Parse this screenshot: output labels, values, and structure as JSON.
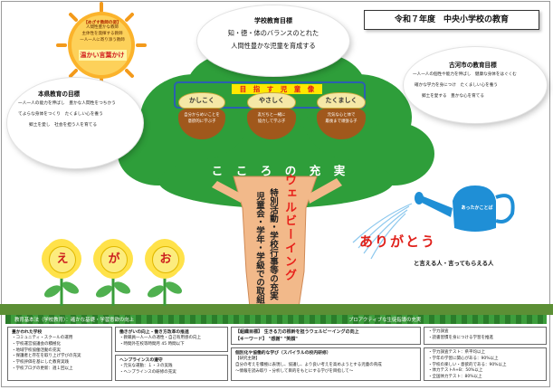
{
  "header": {
    "title": "令和７年度　中央小学校の教育"
  },
  "sun": {
    "heading": "【めざす教師の姿】",
    "lines": [
      "人間性豊かな教師",
      "主体性を発揮する教師",
      "一人一人に寄り添う教師"
    ],
    "slogan": "温かい言葉かけ"
  },
  "school_goal": {
    "title": "学校教育目標",
    "lines": [
      "知・徳・体のバランスのとれた",
      "人間性豊かな児童を育成する"
    ]
  },
  "pref_goal": {
    "title": "本県教育の目標",
    "lines": [
      "一人一人の能力を伸ばし　豊かな人間性をつちかう",
      "てよらな身体をつくり　たくましい心を養う",
      "郷土を愛し　社会を担う人を育てる"
    ]
  },
  "city_goal": {
    "title": "古河市の教育目標",
    "lines": [
      "一人一人の個性や能力を伸ばし　健康な身体をはぐくむ",
      "確かな学力を身につけ　たくましい心を養う",
      "郷土を愛する　豊かな心を育てる"
    ]
  },
  "acorns": {
    "banner": "目　指　す　児　童　像",
    "items": [
      {
        "label": "かしこく",
        "desc": "自分からめいことを\n意欲的に学ぶ子"
      },
      {
        "label": "やさしく",
        "desc": "友だちと一緒に\n協力して学ぶ子"
      },
      {
        "label": "たくましく",
        "desc": "元気な心と体で\n最後まで頑張る子"
      }
    ]
  },
  "tree": {
    "kokoro": "こ　こ　ろ　の　充　実",
    "wellbeing": "ウェルビーイング",
    "trunk_lines": [
      "特別活動・学校行事等の充実",
      "児童会・学年・学級での取組"
    ]
  },
  "flowers": [
    "え",
    "が",
    "お"
  ],
  "watering_can": {
    "label": "あったかことば"
  },
  "arigatou": {
    "big": "ありがとう",
    "sub": "と言える人・言ってもらえる人"
  },
  "basics": {
    "left": "教育基本法（学校教育）：確かな基礎・学習意欲の向上",
    "right": "プロアクティブな生徒指導の充実"
  },
  "boxes": {
    "b1": [
      "豊かわれた学校",
      "・コミュニティ・スクールの運用",
      "・学校運営協議会の積極化",
      "・地域学校協働活動の充実",
      "・保護者と存在を取り上げ学びの充実",
      "・学校評価を基にした教育実践",
      "・学校ブログの更新：週１回以上"
    ],
    "b2": [
      "働きがいの向上・働き方改革の推進",
      "・教職員一人一人の適性・自己有用感の向上",
      "・時間外在校等時間月 45 時間以下"
    ],
    "b3": [
      "ヘンプラインスの遵守",
      "・元気な運動：１・３の実践",
      "・ヘンプラインスの研修の充実"
    ],
    "b4_title": "【組織目標】 生きる力の根幹を担うウェルビーイングの向上",
    "b4_key": "【キーワード】 \"感謝\" \"笑顔\"",
    "b5_title": "個別化や協働的な学び（スパイラルの校内研修）",
    "b5_lines": [
      "【研究主題】",
      "自分の考えを積極に表現し、協議し、より良い考えを高めようとする児童の育成",
      "〜情報を読み取り・分析して目的をもとにする学びを目指して〜"
    ],
    "b6": [
      "・学力調査",
      "・読書習慣を身につける学習を推進"
    ],
    "b7": [
      "・学力調査テスト：県平均以上",
      "・学年の学習に関心がある：90%以上",
      "・学校の楽しい・意欲的である：90%以上",
      "・体力テストA+B：50%以上",
      "・全国体力テスト：80%以上"
    ]
  }
}
